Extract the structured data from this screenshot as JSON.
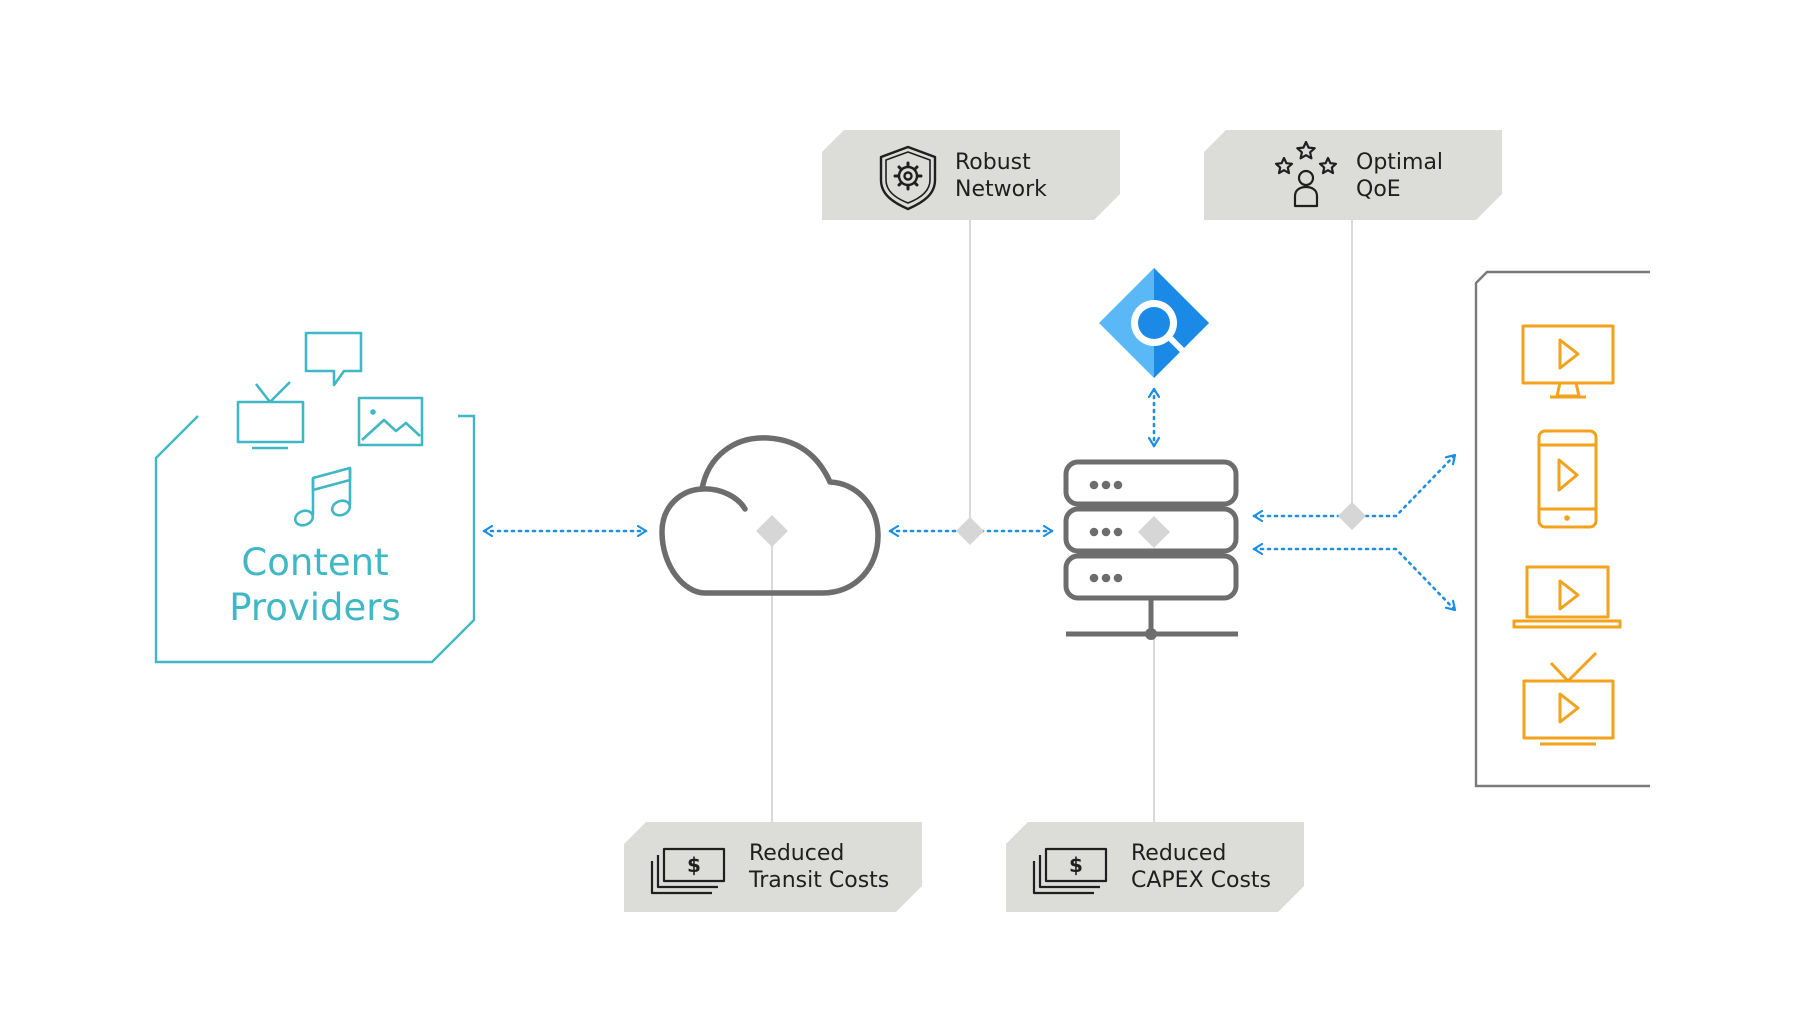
{
  "content_providers": {
    "line1": "Content",
    "line2": "Providers",
    "color": "#3fb7c4"
  },
  "benefits": {
    "robust_network": {
      "line1": "Robust",
      "line2": "Network",
      "icon": "shield-gear-icon"
    },
    "optimal_qoe": {
      "line1": "Optimal",
      "line2": "QoE",
      "icon": "user-stars-icon"
    },
    "transit_costs": {
      "line1": "Reduced",
      "line2": "Transit Costs",
      "icon": "cash-icon"
    },
    "capex_costs": {
      "line1": "Reduced",
      "line2": "CAPEX Costs",
      "icon": "cash-icon"
    }
  },
  "colors": {
    "provider": "#3fb7c4",
    "device": "#f2a21b",
    "connector": "#1e8fe0",
    "gray_icon": "#6d6d6d",
    "label_box": "#dcdcd8",
    "diamond": "#d6d6d6"
  }
}
